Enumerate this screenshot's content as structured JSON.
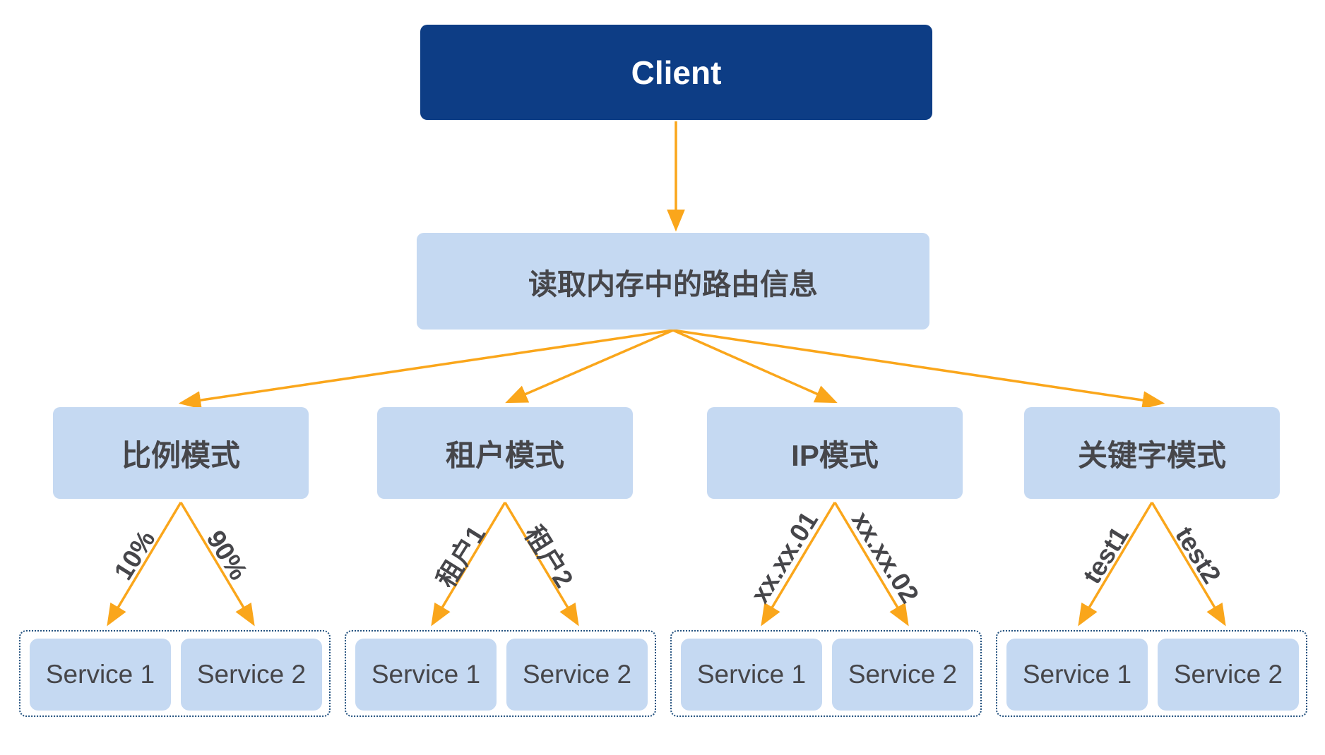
{
  "colors": {
    "client_box": "#0d3d85",
    "light_blue_box": "#c5d9f2",
    "arrow_orange": "#faa61b",
    "text_dark": "#46464a",
    "group_dotted_border": "#24527f",
    "client_text": "#ffffff"
  },
  "client": {
    "label": "Client"
  },
  "router": {
    "label": "读取内存中的路由信息"
  },
  "modes": [
    {
      "label": "比例模式",
      "left_edge_label": "10%",
      "right_edge_label": "90%",
      "services": [
        "Service 1",
        "Service 2"
      ]
    },
    {
      "label": "租户模式",
      "left_edge_label": "租户1",
      "right_edge_label": "租户2",
      "services": [
        "Service 1",
        "Service 2"
      ]
    },
    {
      "label": "IP模式",
      "left_edge_label": "xx.xx.01",
      "right_edge_label": "xx.xx.02",
      "services": [
        "Service 1",
        "Service 2"
      ]
    },
    {
      "label": "关键字模式",
      "left_edge_label": "test1",
      "right_edge_label": "test2",
      "services": [
        "Service 1",
        "Service 2"
      ]
    }
  ]
}
